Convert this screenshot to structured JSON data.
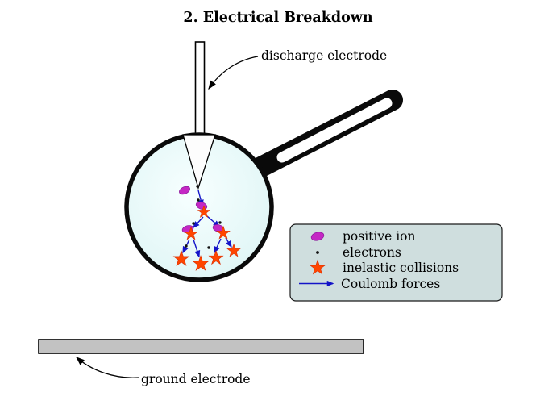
{
  "title": "2. Electrical Breakdown",
  "annotations": {
    "discharge_electrode": "discharge electrode",
    "ground_electrode": "ground electrode"
  },
  "legend": {
    "items": [
      {
        "icon": "positive-ion-icon",
        "label": "positive ion"
      },
      {
        "icon": "electron-icon",
        "label": "electrons"
      },
      {
        "icon": "inelastic-collision-icon",
        "label": "inelastic collisions"
      },
      {
        "icon": "coulomb-force-arrow-icon",
        "label": "Coulomb forces"
      }
    ]
  },
  "colors": {
    "positive_ion": "#c428c4",
    "collision_star": "#ff4500",
    "coulomb_arrow": "#1414c8",
    "lens_fill": "#dcf4f4",
    "legend_bg": "#cfdede",
    "ground_fill": "#c2c2c2"
  }
}
